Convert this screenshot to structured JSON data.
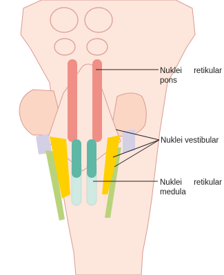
{
  "labels": {
    "pons_line1_word1": "Nuklei",
    "pons_line1_word2": "retikular",
    "pons_line2": "pons",
    "vestibular": "Nuklei vestibular",
    "medula_line1_word1": "Nuklei",
    "medula_line1_word2": "retikular",
    "medula_line2": "medula"
  },
  "colors": {
    "outline": "#d99a92",
    "tissue": "#fde6dc",
    "pons_nucleus": "#ef8f86",
    "vestibular_nucleus": "#ffd000",
    "medulla_nucleus_dark": "#5fb7a6",
    "medulla_nucleus_light": "#cfeae3",
    "lateral_green": "#b9d37a",
    "lateral_lavender": "#d3d0e6",
    "leader_line": "#222222"
  }
}
